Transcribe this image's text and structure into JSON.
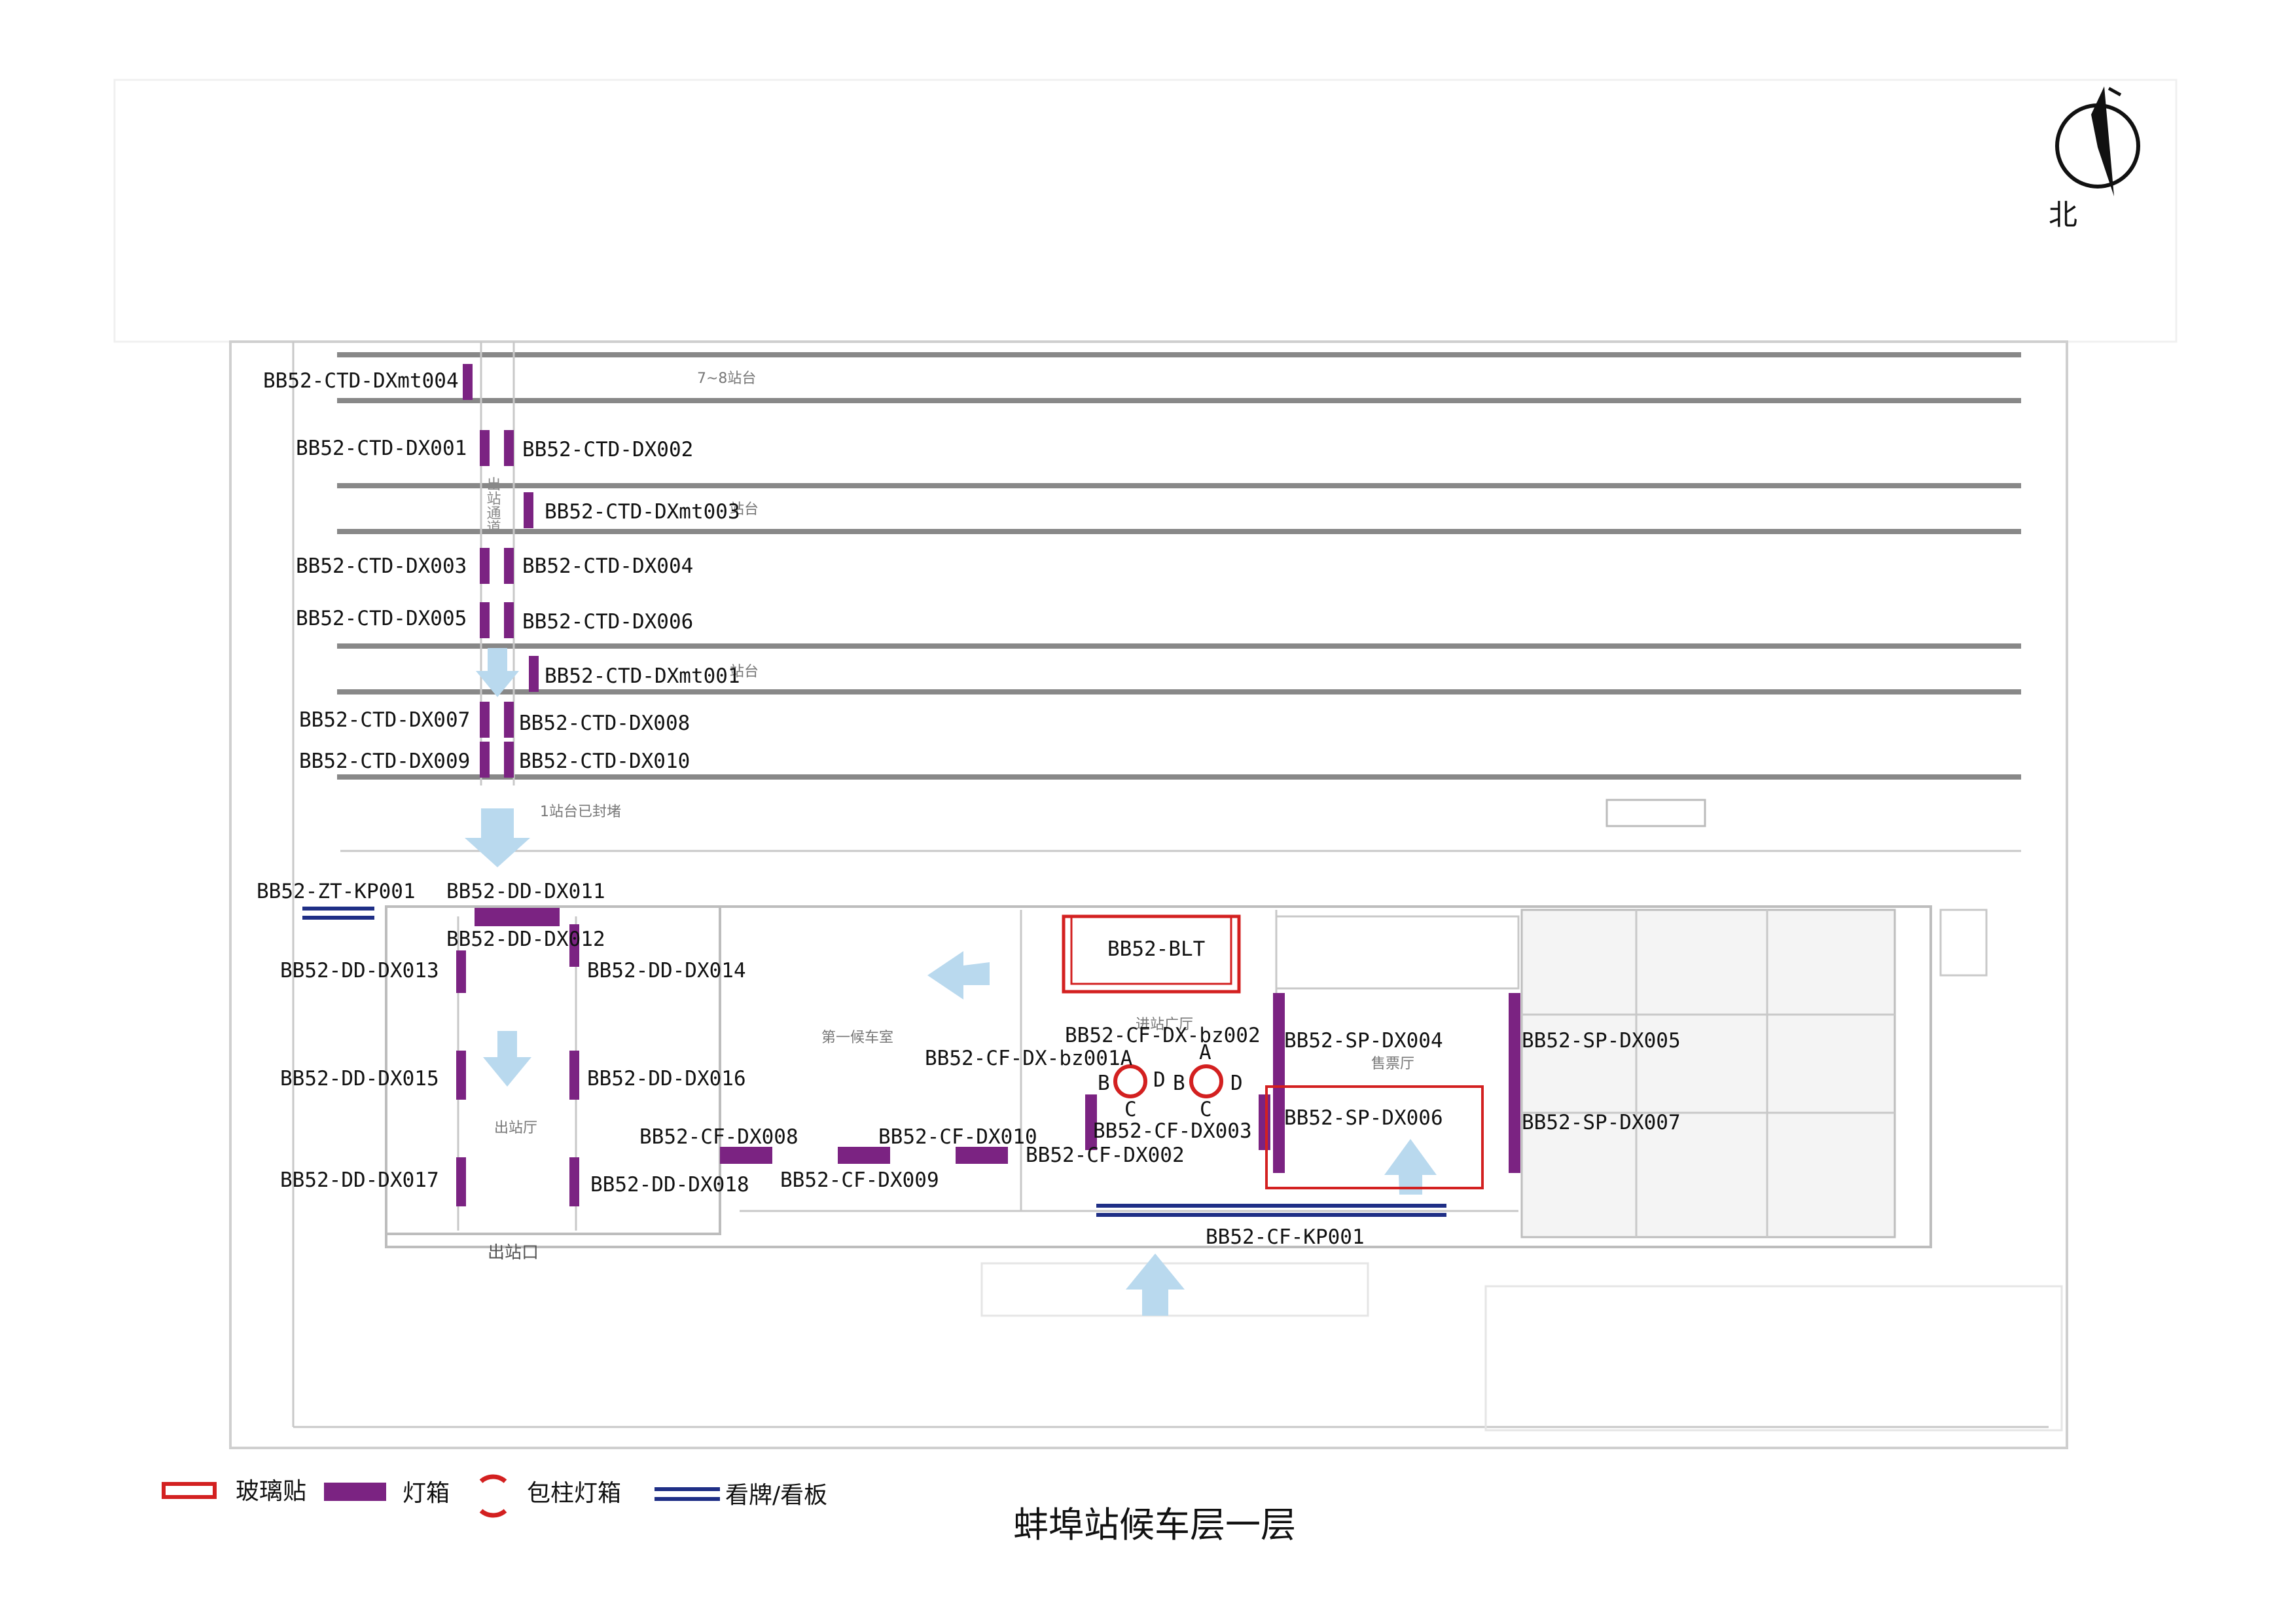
{
  "title": "蚌埠站候车层一层",
  "compass": {
    "label": "北"
  },
  "legend": {
    "glass": {
      "label": "玻璃贴",
      "color": "#d32020"
    },
    "lightbox": {
      "label": "灯箱",
      "color": "#7b2382"
    },
    "column_lightbox": {
      "label": "包柱灯箱",
      "color": "#d32020"
    },
    "billboard": {
      "label": "看牌/看板",
      "color": "#1f2f86"
    }
  },
  "platform_texts": {
    "p78": "7~8站台",
    "p_mid1": "站台",
    "p_mid2": "站台",
    "p1": "1站台已封堵",
    "exit_passage": "出站通道"
  },
  "rooms": {
    "waiting1": "第一候车室",
    "entry_hall": "进站广厅",
    "ticket_hall": "售票厅",
    "exit_hall": "出站厅",
    "exit_gate": "出站口"
  },
  "column_letters": {
    "a1": "A",
    "b1": "B",
    "c1": "C",
    "d1": "D",
    "b2": "B",
    "c2": "C",
    "d2": "D"
  },
  "labels": {
    "ctd_mt004": "BB52-CTD-DXmt004",
    "ctd_001": "BB52-CTD-DX001",
    "ctd_002": "BB52-CTD-DX002",
    "ctd_mt003": "BB52-CTD-DXmt003",
    "ctd_003": "BB52-CTD-DX003",
    "ctd_004": "BB52-CTD-DX004",
    "ctd_005": "BB52-CTD-DX005",
    "ctd_006": "BB52-CTD-DX006",
    "ctd_mt001": "BB52-CTD-DXmt001",
    "ctd_007": "BB52-CTD-DX007",
    "ctd_008": "BB52-CTD-DX008",
    "ctd_009": "BB52-CTD-DX009",
    "ctd_010": "BB52-CTD-DX010",
    "zt_kp001": "BB52-ZT-KP001",
    "dd_011": "BB52-DD-DX011",
    "dd_012": "BB52-DD-DX012",
    "dd_013": "BB52-DD-DX013",
    "dd_014": "BB52-DD-DX014",
    "dd_015": "BB52-DD-DX015",
    "dd_016": "BB52-DD-DX016",
    "dd_017": "BB52-DD-DX017",
    "dd_018": "BB52-DD-DX018",
    "blt": "BB52-BLT",
    "cf_bz002": "BB52-CF-DX-bz002",
    "cf_bz001a": "BB52-CF-DX-bz001A",
    "cf_003": "BB52-CF-DX003",
    "cf_002": "BB52-CF-DX002",
    "cf_008": "BB52-CF-DX008",
    "cf_009": "BB52-CF-DX009",
    "cf_010": "BB52-CF-DX010",
    "cf_kp001": "BB52-CF-KP001",
    "sp_004": "BB52-SP-DX004",
    "sp_005": "BB52-SP-DX005",
    "sp_006": "BB52-SP-DX006",
    "sp_007": "BB52-SP-DX007"
  }
}
